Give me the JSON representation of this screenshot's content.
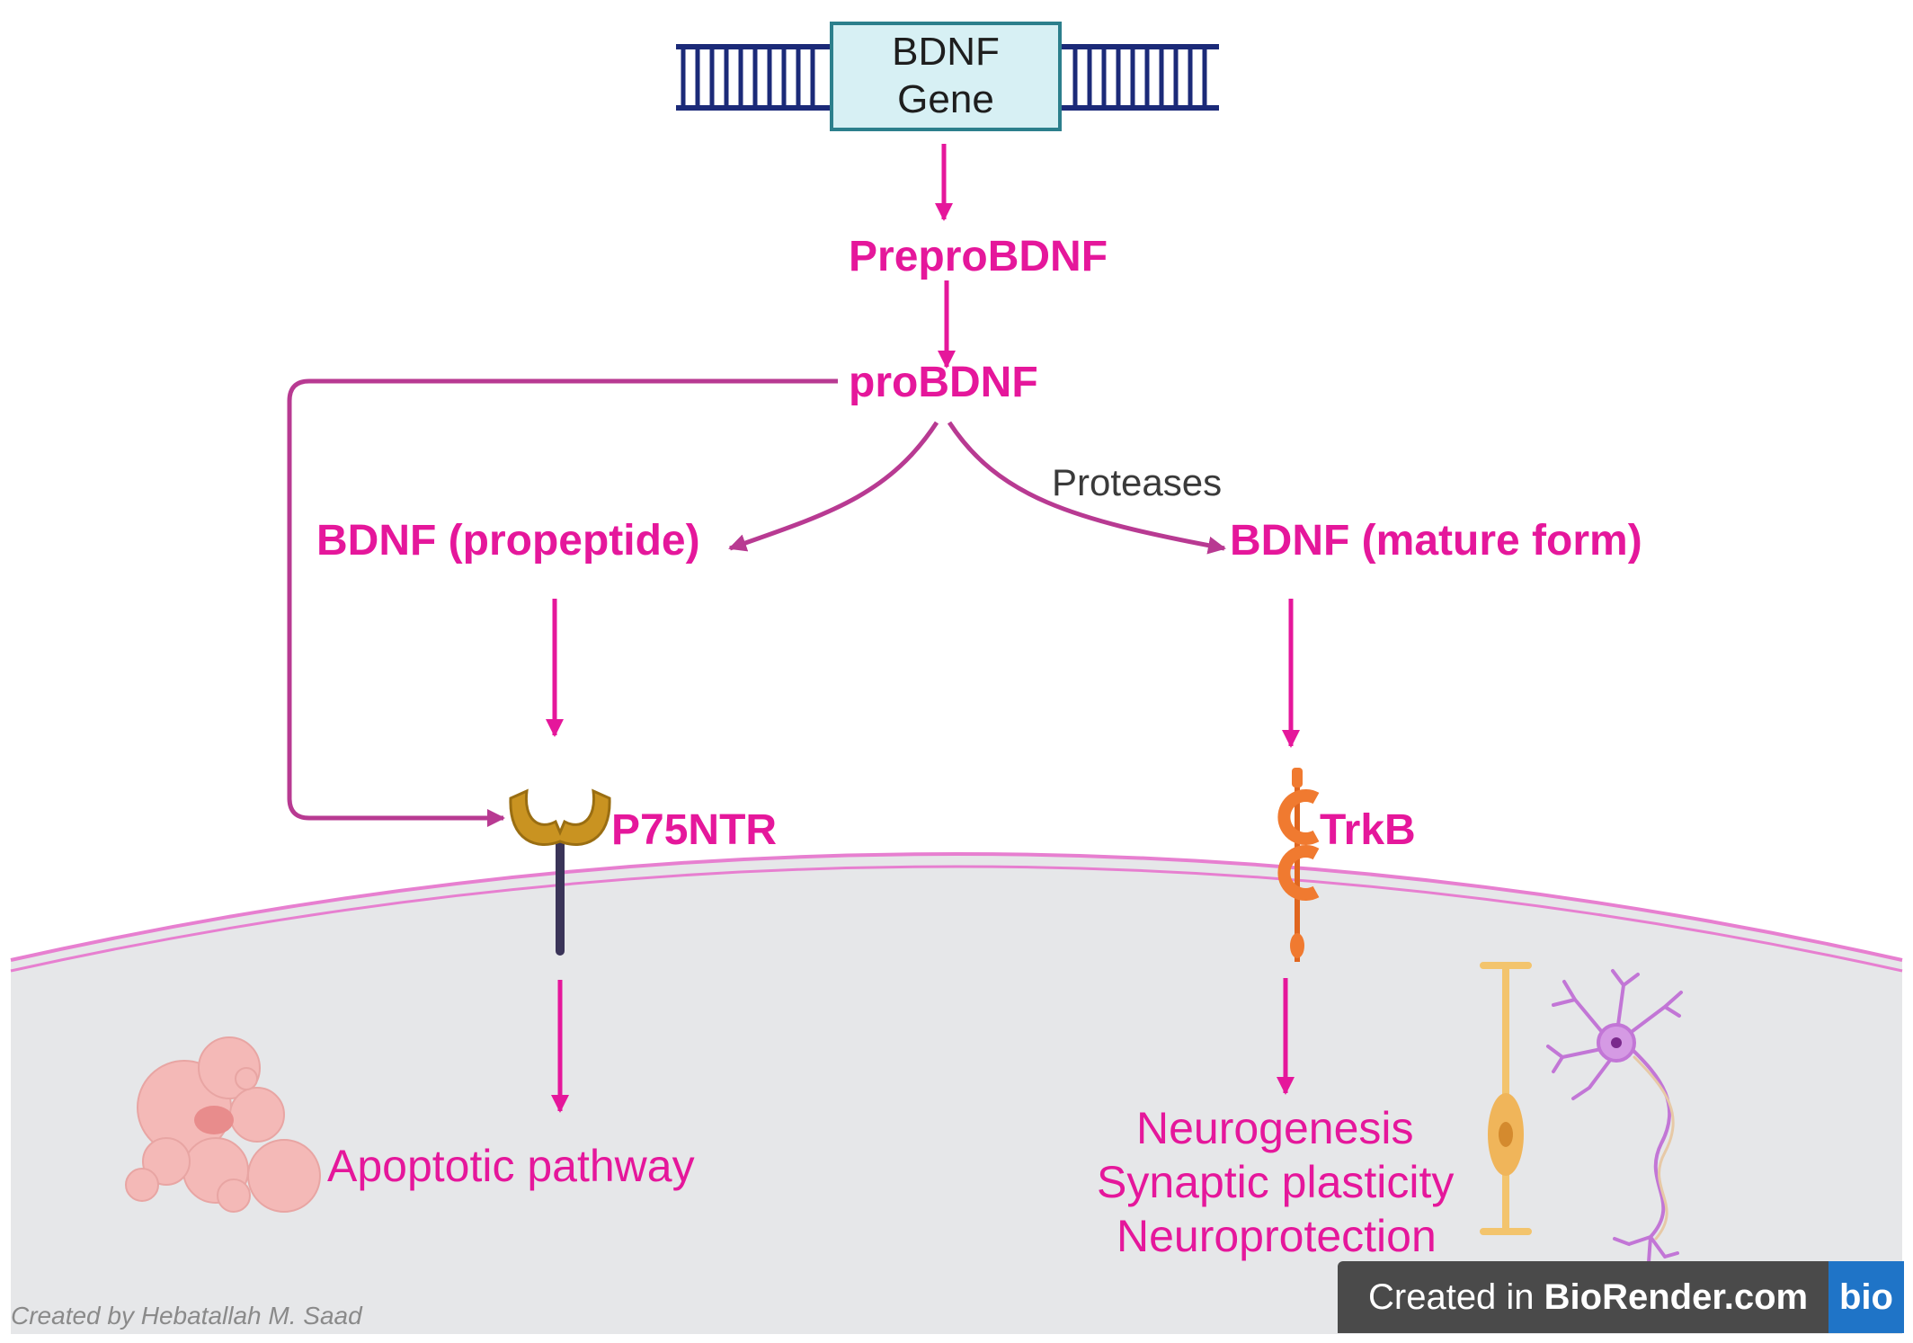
{
  "gene": {
    "line1": "BDNF",
    "line2": "Gene"
  },
  "nodes": {
    "prepro": "PreproBDNF",
    "pro": "proBDNF",
    "propeptide": "BDNF (propeptide)",
    "mature": "BDNF (mature form)",
    "p75": "P75NTR",
    "trkb": "TrkB",
    "apoptotic": "Apoptotic pathway",
    "outcome1": "Neurogenesis",
    "outcome2": "Synaptic plasticity",
    "outcome3": "Neuroprotection"
  },
  "edge_labels": {
    "proteases": "Proteases"
  },
  "footer": {
    "author_credit": "Created by Hebatallah M. Saad",
    "badge_prefix": "Created in ",
    "badge_brand": "BioRender.com",
    "badge_logo": "bio"
  },
  "colors": {
    "accent_pink": "#e5179b",
    "curve_purple": "#b83a92",
    "dna_navy": "#1b2a78",
    "gene_box_fill": "#d7f0f4",
    "gene_box_border": "#2c7f8c",
    "cell_fill": "#e6e7e9",
    "membrane": "#e77fd0",
    "p75_receptor": "#c99321",
    "trkb_receptor": "#f07a30",
    "badge_bg": "#4a4a4a",
    "badge_logo_bg": "#1f74c7"
  },
  "icons": [
    "dna-icon",
    "p75ntr-receptor-icon",
    "trkb-receptor-icon",
    "apoptotic-cell-icon",
    "bipolar-neuron-icon",
    "multipolar-neuron-icon"
  ]
}
